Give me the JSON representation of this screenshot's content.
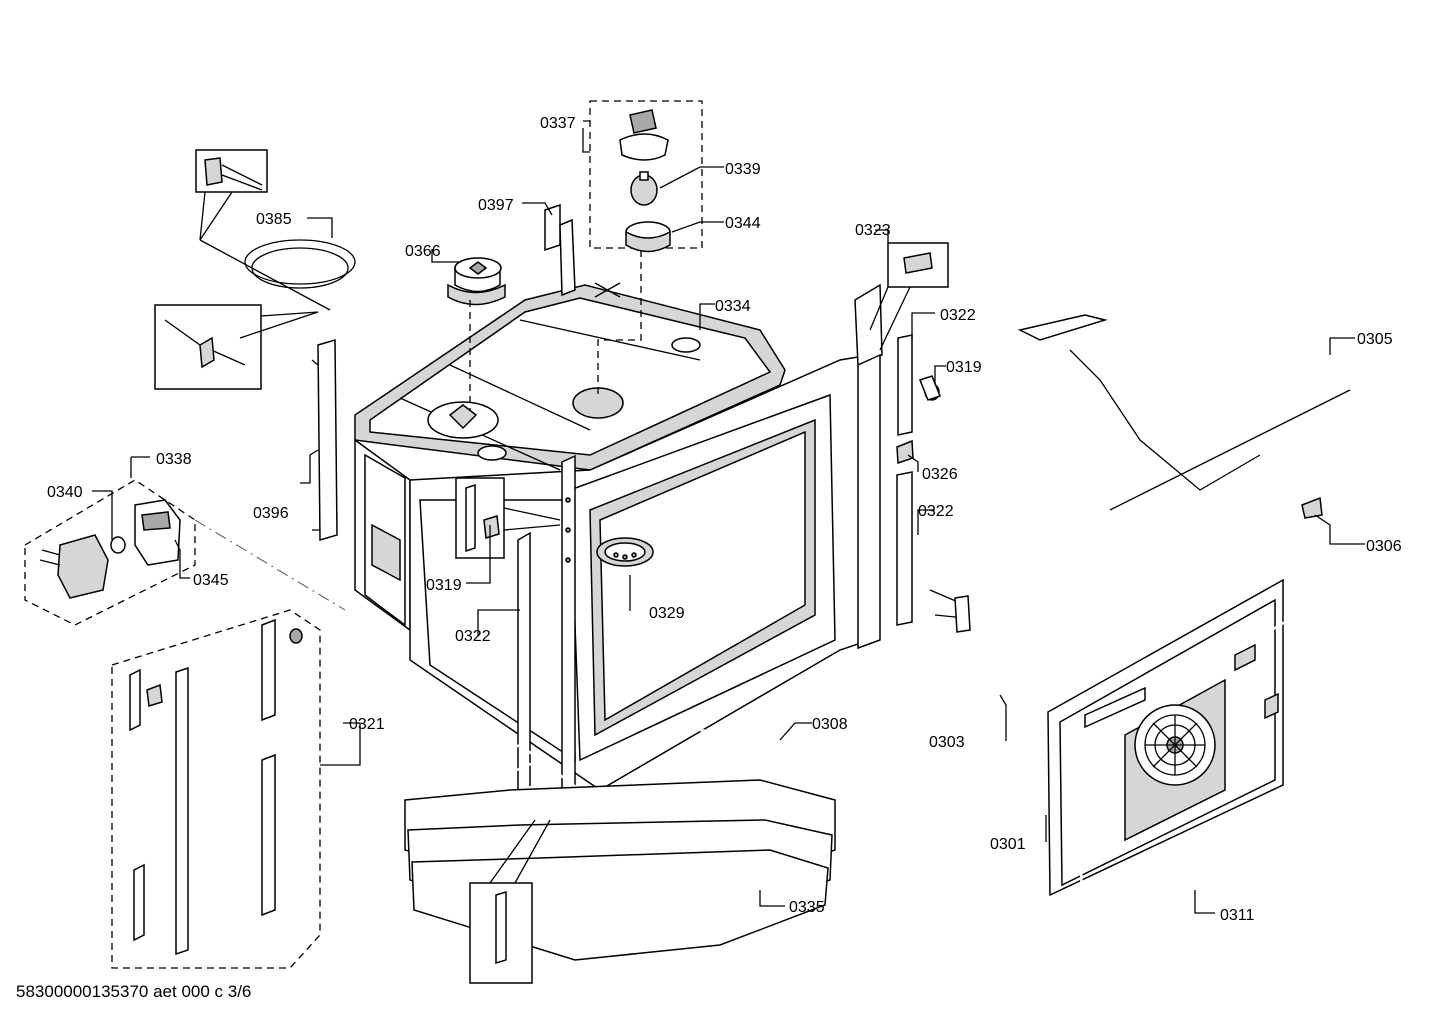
{
  "diagram": {
    "reference_code": "58300000135370 aet 000 c 3/6",
    "callouts": {
      "c0301": "0301",
      "c0303": "0303",
      "c0305": "0305",
      "c0306": "0306",
      "c0308": "0308",
      "c0311": "0311",
      "c0319a": "0319",
      "c0319b": "0319",
      "c0321": "0321",
      "c0322a": "0322",
      "c0322b": "0322",
      "c0322c": "0322",
      "c0323": "0323",
      "c0326": "0326",
      "c0329": "0329",
      "c0334": "0334",
      "c0335": "0335",
      "c0337": "0337",
      "c0338": "0338",
      "c0339": "0339",
      "c0340": "0340",
      "c0344": "0344",
      "c0345": "0345",
      "c0366": "0366",
      "c0385": "0385",
      "c0396": "0396",
      "c0397": "0397"
    }
  }
}
